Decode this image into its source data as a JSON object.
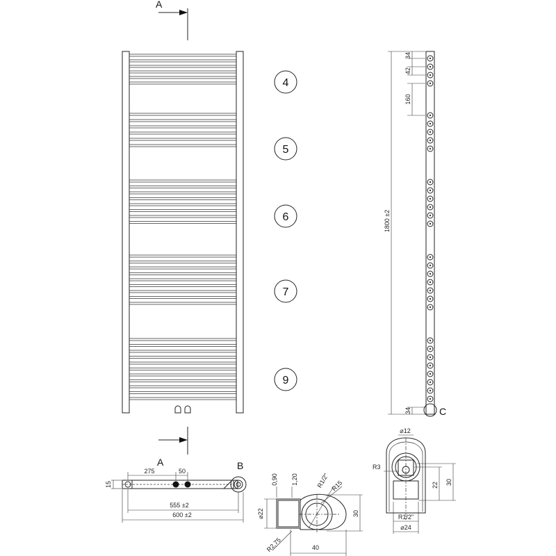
{
  "view_labels": {
    "section_a_top": "A",
    "section_a_bottom": "A",
    "detail_b": "B",
    "detail_c": "C"
  },
  "front_view": {
    "section_badges": [
      "4",
      "5",
      "6",
      "7",
      "9"
    ]
  },
  "side_view": {
    "total_height": "1800 ±2",
    "top_gap": "34",
    "pitch_42": "42",
    "gap_160": "160",
    "bottom_gap": "34"
  },
  "top_view": {
    "dim_275": "275",
    "dim_50": "50",
    "dim_15": "15",
    "dim_555": "555 ±2",
    "dim_600": "600 ±2"
  },
  "detail_b": {
    "d_0_90": "0,90",
    "d_1_20": "1,20",
    "thread": "R1/2\"",
    "r15": "R15",
    "dia22": "⌀22",
    "h30": "30",
    "r275": "R2,75",
    "w40": "40"
  },
  "detail_c": {
    "dia12": "⌀12",
    "r3": "R3",
    "h22": "22",
    "h30": "30",
    "thread": "R1/2\"",
    "dia24": "⌀24"
  }
}
